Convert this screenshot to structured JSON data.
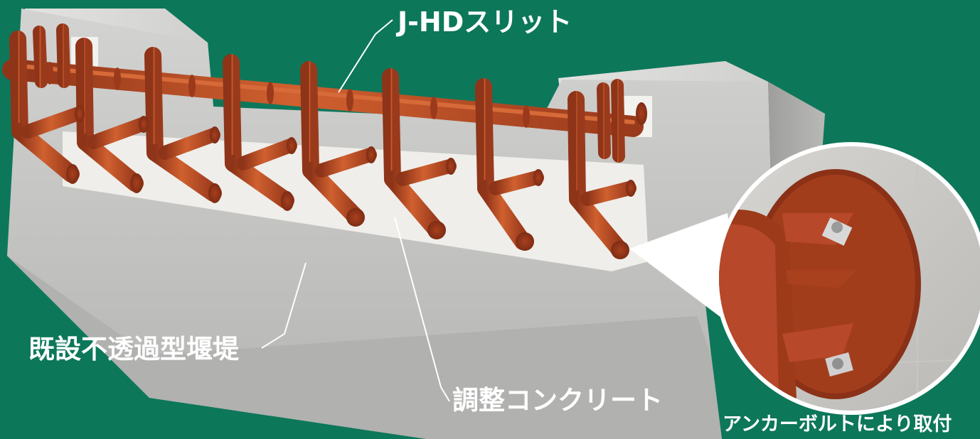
{
  "labels": {
    "slit": "J-HDスリット",
    "dam": "既設不透過型堰堤",
    "adjust_concrete": "調整コンクリート",
    "anchor_caption": "アンカーボルトにより取付"
  },
  "colors": {
    "background": "#0d775a",
    "concrete": "#c9c9c7",
    "steel": "#c2512c",
    "text": "#ffffff"
  }
}
